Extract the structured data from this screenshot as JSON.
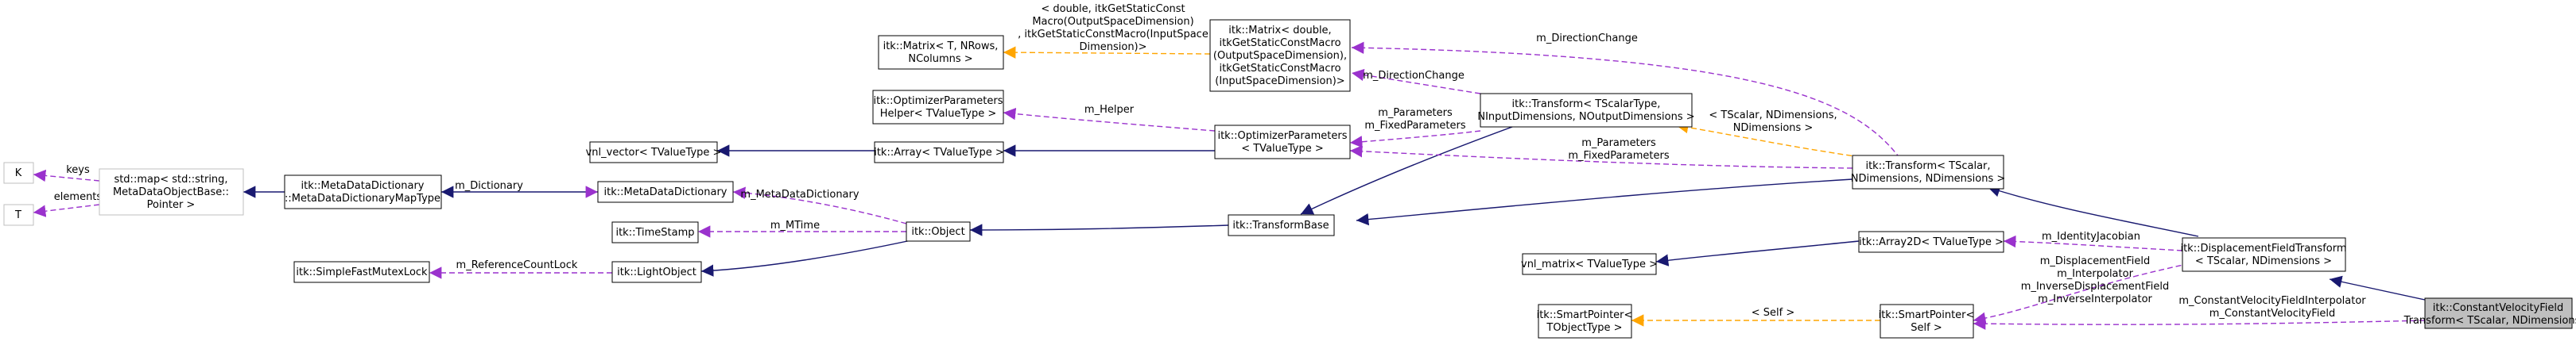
{
  "nodes": {
    "cvft": [
      "itk::ConstantVelocityField",
      "Transform< TScalar, NDimensions >"
    ],
    "dft": [
      "itk::DisplacementFieldTransform",
      "< TScalar, NDimensions >"
    ],
    "transform": [
      "itk::Transform< TScalar,",
      "NDimensions, NDimensions >"
    ],
    "transform_full": [
      "itk::Transform< TScalarType,",
      "NInputDimensions, NOutputDimensions >"
    ],
    "transformbase": [
      "itk::TransformBase"
    ],
    "object": [
      "itk::Object"
    ],
    "lightobject": [
      "itk::LightObject"
    ],
    "timestamp": [
      "itk::TimeStamp"
    ],
    "mutexlock": [
      "itk::SimpleFastMutexLock"
    ],
    "metadatadict": [
      "itk::MetaDataDictionary"
    ],
    "metadatamap": [
      "itk::MetaDataDictionary",
      "::MetaDataDictionaryMapType"
    ],
    "stdmap": [
      "std::map< std::string,",
      "MetaDataObjectBase::",
      "Pointer >"
    ],
    "k": [
      "K"
    ],
    "t": [
      "T"
    ],
    "optparams": [
      "itk::OptimizerParameters",
      "< TValueType >"
    ],
    "optparamshelper": [
      "itk::OptimizerParameters",
      "Helper< TValueType >"
    ],
    "array": [
      "itk::Array< TValueType >"
    ],
    "vnlvector": [
      "vnl_vector< TValueType >"
    ],
    "matrix_spec": [
      "itk::Matrix< double,",
      "itkGetStaticConstMacro",
      "(OutputSpaceDimension),",
      "itkGetStaticConstMacro",
      "(InputSpaceDimension)>"
    ],
    "matrix": [
      "itk::Matrix< T, NRows,",
      "NColumns >"
    ],
    "array2d": [
      "itk::Array2D< TValueType >"
    ],
    "vnlmatrix": [
      "vnl_matrix< TValueType >"
    ],
    "smartptr_self": [
      "itk::SmartPointer<",
      "Self >"
    ],
    "smartptr": [
      "itk::SmartPointer<",
      "TObjectType >"
    ]
  },
  "edge_labels": {
    "direction_change_top": [
      "m_DirectionChange"
    ],
    "direction_change": [
      "m_DirectionChange"
    ],
    "matrix_template": [
      "< double, itkGetStaticConst",
      "Macro(OutputSpaceDimension)",
      ", itkGetStaticConstMacro(InputSpace",
      "Dimension)>"
    ],
    "helper": [
      "m_Helper"
    ],
    "parameters_fixed": [
      "m_Parameters",
      "m_FixedParameters"
    ],
    "parameters_fixed_2": [
      "m_Parameters",
      "m_FixedParameters"
    ],
    "transform_template": [
      "< TScalar, NDimensions,",
      "NDimensions >"
    ],
    "dictionary": [
      "m_Dictionary"
    ],
    "metadata_dictionary": [
      "m_MetaDataDictionary"
    ],
    "mtime": [
      "m_MTime"
    ],
    "refcount_lock": [
      "m_ReferenceCountLock"
    ],
    "keys": [
      "keys"
    ],
    "elements": [
      "elements"
    ],
    "identity_jacobian": [
      "m_IdentityJacobian"
    ],
    "dft_members": [
      "m_DisplacementField",
      "m_Interpolator",
      "m_InverseDisplacementField",
      "m_InverseInterpolator"
    ],
    "cvft_members": [
      "m_ConstantVelocityFieldInterpolator",
      "m_ConstantVelocityField"
    ],
    "self_template": [
      "< Self >"
    ]
  },
  "colors": {
    "inheritance": "#191970",
    "member": "#9a32cd",
    "template": "#ffa500",
    "focus_fill": "#bfbfbf"
  }
}
